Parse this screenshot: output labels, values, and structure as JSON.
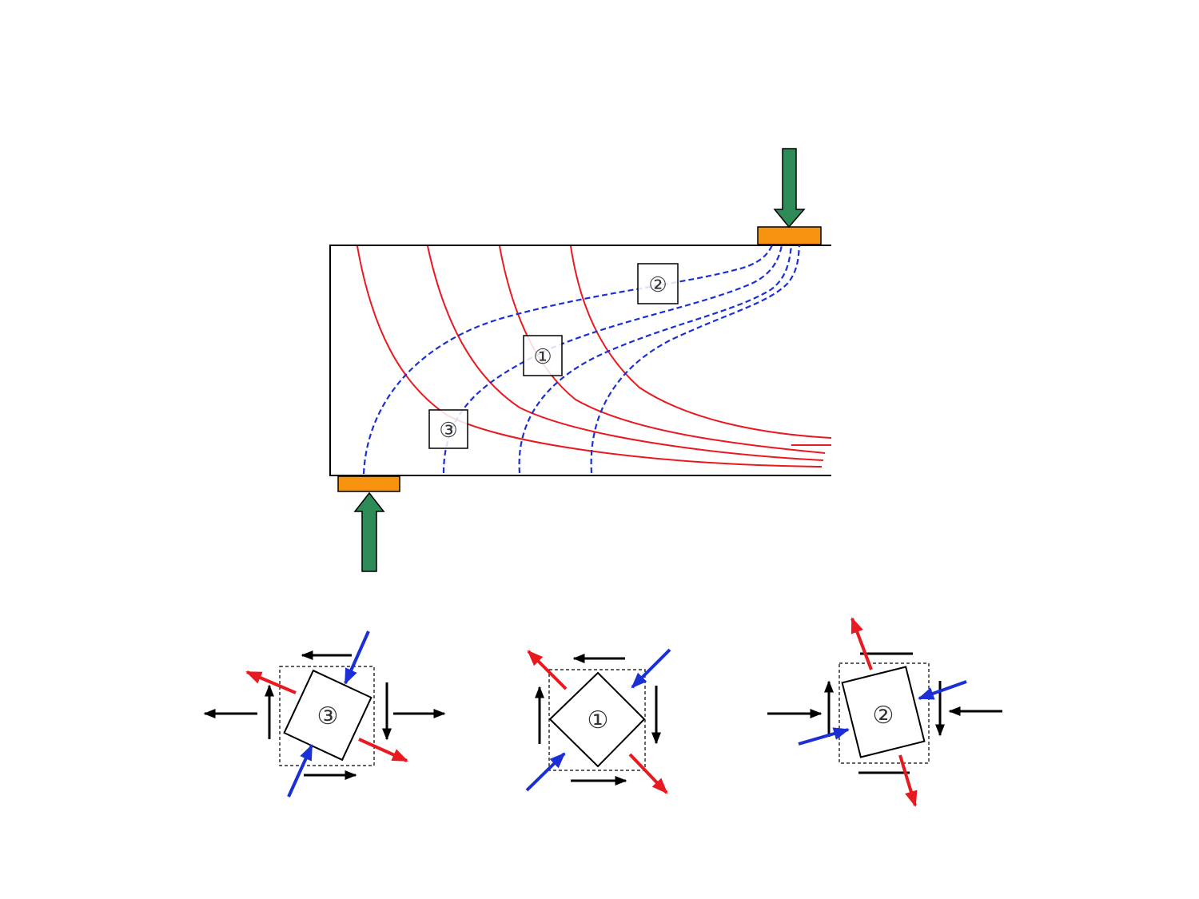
{
  "labels": {
    "point1": "①",
    "point2": "②",
    "point3": "③"
  },
  "colors": {
    "beam_outline": "#000000",
    "tension_trajectory": "#e8191f",
    "compression_trajectory": "#1a2fd6",
    "support_plate": "#f7930f",
    "reaction_arrow": "#2e8b57",
    "shear_arrow": "#000000",
    "principal_tension_arrow": "#e8191f",
    "principal_compression_arrow": "#1a2fd6"
  },
  "icons": {
    "load_arrow": "down-arrow-icon",
    "reaction_arrow": "up-arrow-icon"
  }
}
